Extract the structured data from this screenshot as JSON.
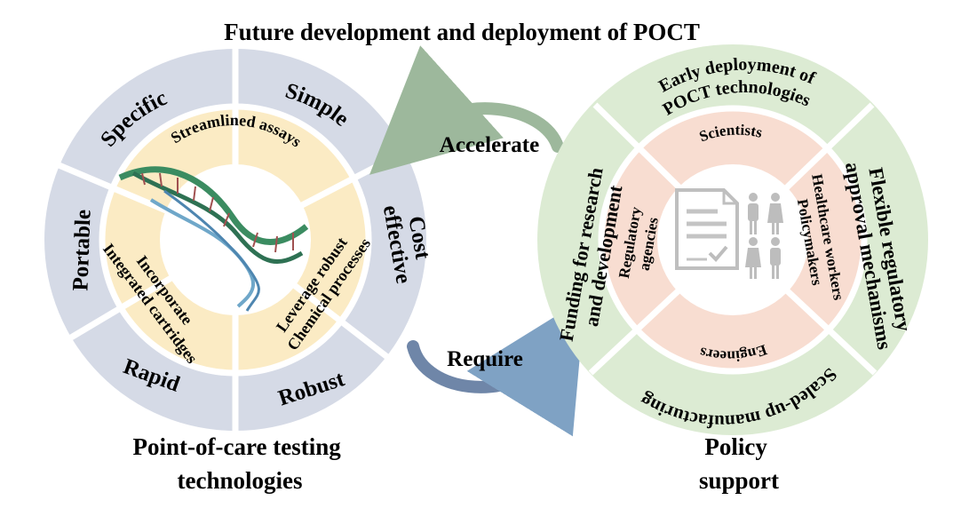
{
  "title": "Future development and deployment of POCT",
  "left_wheel": {
    "caption_line1": "Point-of-care testing",
    "caption_line2": "technologies",
    "outer": {
      "specific": "Specific",
      "simple": "Simple",
      "cost": "Cost",
      "effective": "effective",
      "robust": "Robust",
      "rapid": "Rapid",
      "portable": "Portable"
    },
    "inner": {
      "streamlined": "Streamlined assays",
      "leverage": "Leverage robust",
      "chemical": "Chemical processes",
      "incorporate": "Incorporate",
      "integrated": "Integrated cartridges"
    }
  },
  "middle": {
    "accelerate": "Accelerate",
    "require": "Require"
  },
  "right_wheel": {
    "caption_line1": "Policy",
    "caption_line2": "support",
    "outer": {
      "early1": "Early deployment of",
      "early2": "POCT technologies",
      "flex1": "Flexible regulatory",
      "flex2": "approval mechanisms",
      "scaled": "Scaled-up manufacturing",
      "fund1": "Funding for research",
      "fund2": "and development"
    },
    "inner": {
      "scientists": "Scientists",
      "healthcare": "Healthcare workers",
      "policymakers": "Policymakers",
      "engineers": "Engineers",
      "regulatory": "Regulatory",
      "agencies": "agencies"
    }
  },
  "icon_names": [
    "dna-helix-icon",
    "document-check-icon",
    "people-group-icon"
  ],
  "colors": {
    "left_outer": "#d5dae6",
    "left_inner": "#fbebc4",
    "right_outer": "#dcebd3",
    "right_inner": "#f8ddd1",
    "accelerate_arrow": "#9db89c",
    "require_arrow": "#6f86a8"
  }
}
